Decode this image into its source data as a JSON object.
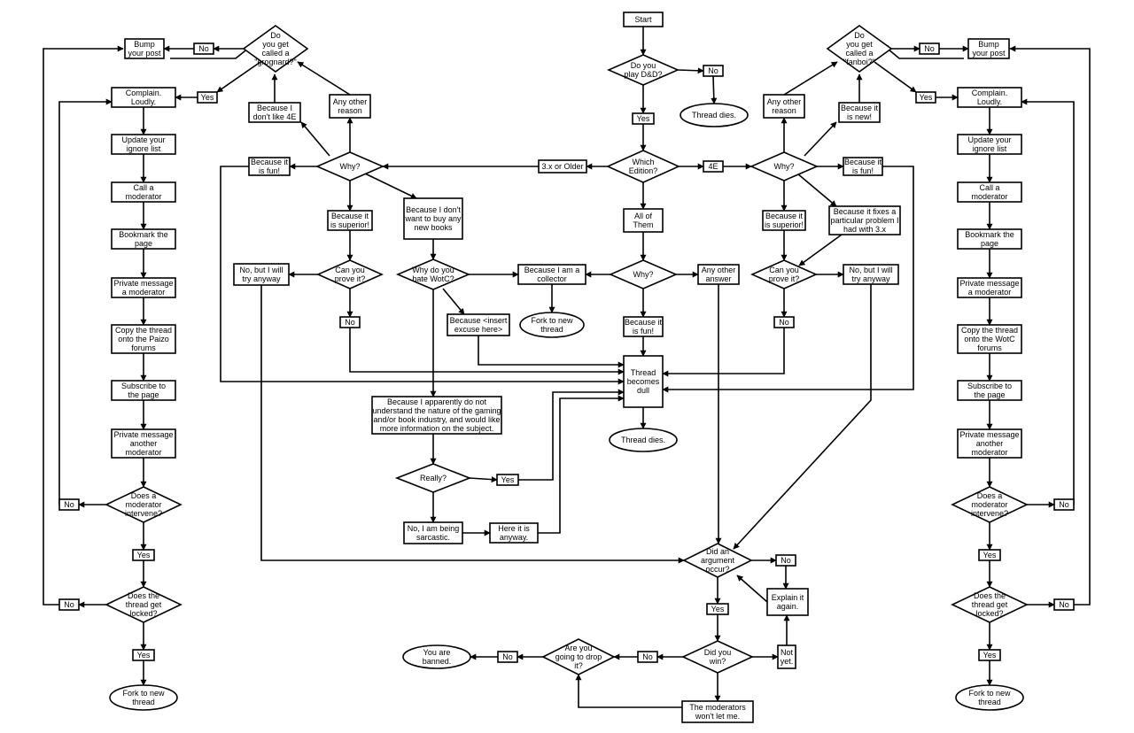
{
  "nodes": {
    "start": "Start",
    "play_dnd": "Do you|play D&D?",
    "play_no": "No",
    "play_yes": "Yes",
    "thread_dies_top": "Thread dies.",
    "which_edition": "Which|Edition?",
    "ed_3x": "3.x or Older",
    "ed_4e": "4E",
    "all_of_them": "All of|Them",
    "why_center": "Why?",
    "collector": "Because I am a|collector",
    "fork_center": "Fork to new|thread",
    "fun_center": "Because it|is fun!",
    "other_center": "Any other|answer",
    "why_left": "Why?",
    "fun_left": "Because it|is fun!",
    "dont_like_4e": "Because I|don't like 4E",
    "other_left": "Any other|reason",
    "superior_left": "Because it|is superior!",
    "dont_buy": "Because I don't|want to buy any|new books",
    "grognard_q": "Do|you get|called a|\"grognard?\"",
    "grog_no": "No",
    "grog_yes": "Yes",
    "bump_left": "Bump|your post",
    "prove_left": "Can you|prove it?",
    "try_left": "No, but I will|try anyway",
    "prove_left_no": "No",
    "hate_wotc": "Why do you|hate WotC?",
    "excuse": "Because <insert|excuse here>",
    "apparently": "Because I apparently do not|understand the nature of the gaming|and/or book industry, and would like|more information on the subject.",
    "really": "Really?",
    "really_yes": "Yes",
    "sarcastic": "No, I am being|sarcastic.",
    "here_it_is": "Here it is|anyway.",
    "thread_dull": "Thread|becomes|dull",
    "thread_dies_mid": "Thread dies.",
    "why_right": "Why?",
    "fun_right": "Because it|is fun!",
    "is_new": "Because it|is new!",
    "other_right": "Any other|reason",
    "superior_right": "Because it|is superior!",
    "fixes": "Because it fixes a|particular problem I|had with 3.x",
    "fanboi_q": "Do|you get|called a|\"fanboi?\"",
    "fan_no": "No",
    "fan_yes": "Yes",
    "bump_right": "Bump|your post",
    "prove_right": "Can you|prove it?",
    "try_right": "No, but I will|try anyway",
    "prove_right_no": "No",
    "argument": "Did an|argument|occur?",
    "arg_no": "No",
    "explain": "Explain it|again.",
    "arg_yes": "Yes",
    "did_win": "Did you|win?",
    "not_yet": "Not|yet.",
    "win_no": "No",
    "drop_it": "Are you|going to drop|it?",
    "drop_no": "No",
    "banned": "You are|banned.",
    "mods_let": "The moderators|won't let me.",
    "l_complain": "Complain.|Loudly.",
    "l_ignore": "Update your|ignore list",
    "l_callmod": "Call a|moderator",
    "l_bookmark": "Bookmark the|page",
    "l_pm": "Private message|a moderator",
    "l_copy": "Copy the thread|onto the Paizo|forums",
    "l_subscribe": "Subscribe to|the page",
    "l_pm2": "Private message|another|moderator",
    "l_intervene": "Does a|moderator|intervene?",
    "l_int_no": "No",
    "l_int_yes": "Yes",
    "l_locked": "Does the|thread get|locked?",
    "l_lock_no": "No",
    "l_lock_yes": "Yes",
    "l_fork": "Fork to new|thread",
    "r_complain": "Complain.|Loudly.",
    "r_ignore": "Update your|ignore list",
    "r_callmod": "Call a|moderator",
    "r_bookmark": "Bookmark the|page",
    "r_pm": "Private message|a moderator",
    "r_copy": "Copy the thread|onto the WotC|forums",
    "r_subscribe": "Subscribe to|the page",
    "r_pm2": "Private message|another|moderator",
    "r_intervene": "Does a|moderator|intervene?",
    "r_int_no": "No",
    "r_int_yes": "Yes",
    "r_locked": "Does the|thread get|locked?",
    "r_lock_no": "No",
    "r_lock_yes": "Yes",
    "r_fork": "Fork to new|thread"
  }
}
